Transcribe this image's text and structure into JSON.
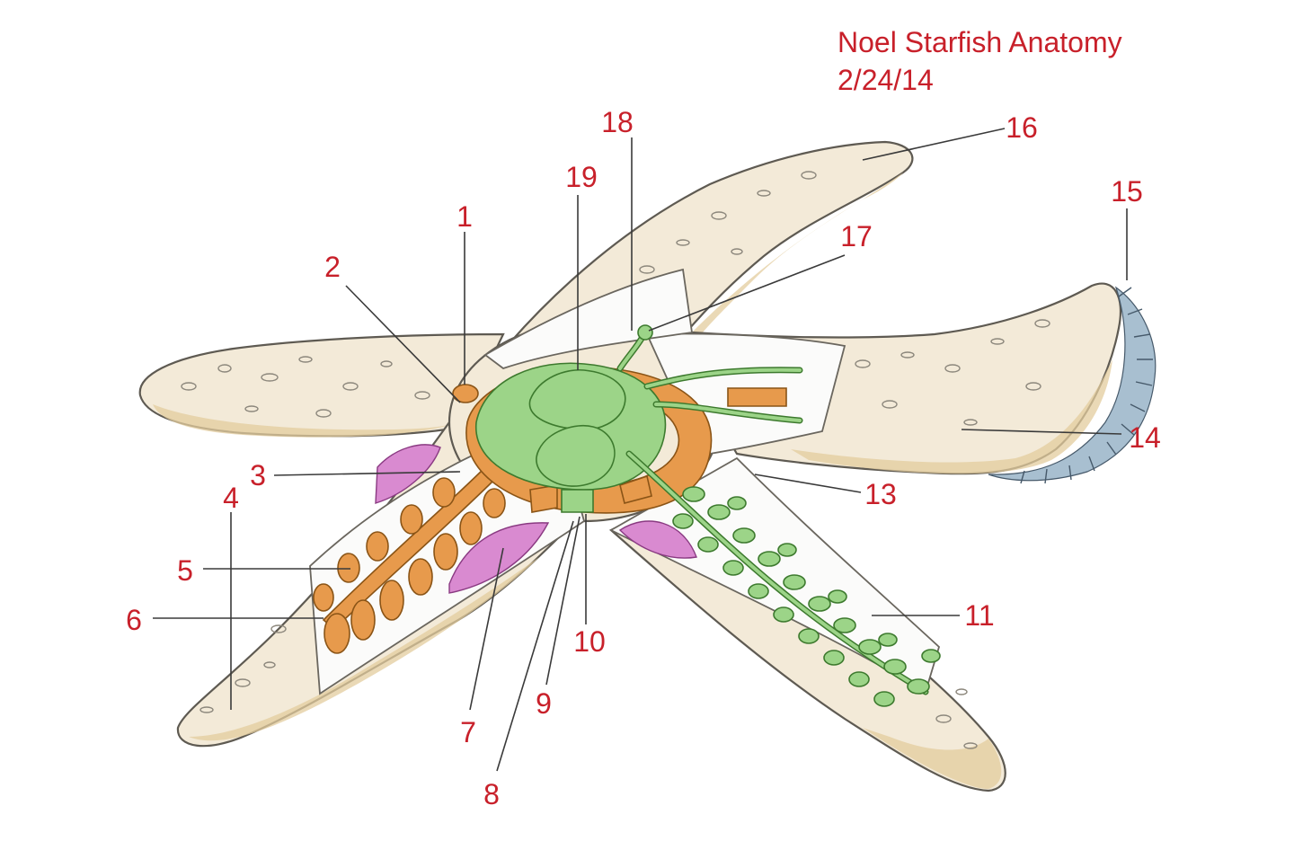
{
  "header": {
    "title": "Noel Starfish Anatomy",
    "date": "2/24/14"
  },
  "labels": [
    "1",
    "2",
    "3",
    "4",
    "5",
    "6",
    "7",
    "8",
    "9",
    "10",
    "11",
    "13",
    "14",
    "15",
    "16",
    "17",
    "18",
    "19"
  ],
  "colors": {
    "label_red": "#c8202a",
    "digestive_orange": "#e79a4c",
    "water_vascular_green": "#9cd488",
    "gonad_pink": "#d98ad0",
    "body_tan": "#f3ead8"
  }
}
